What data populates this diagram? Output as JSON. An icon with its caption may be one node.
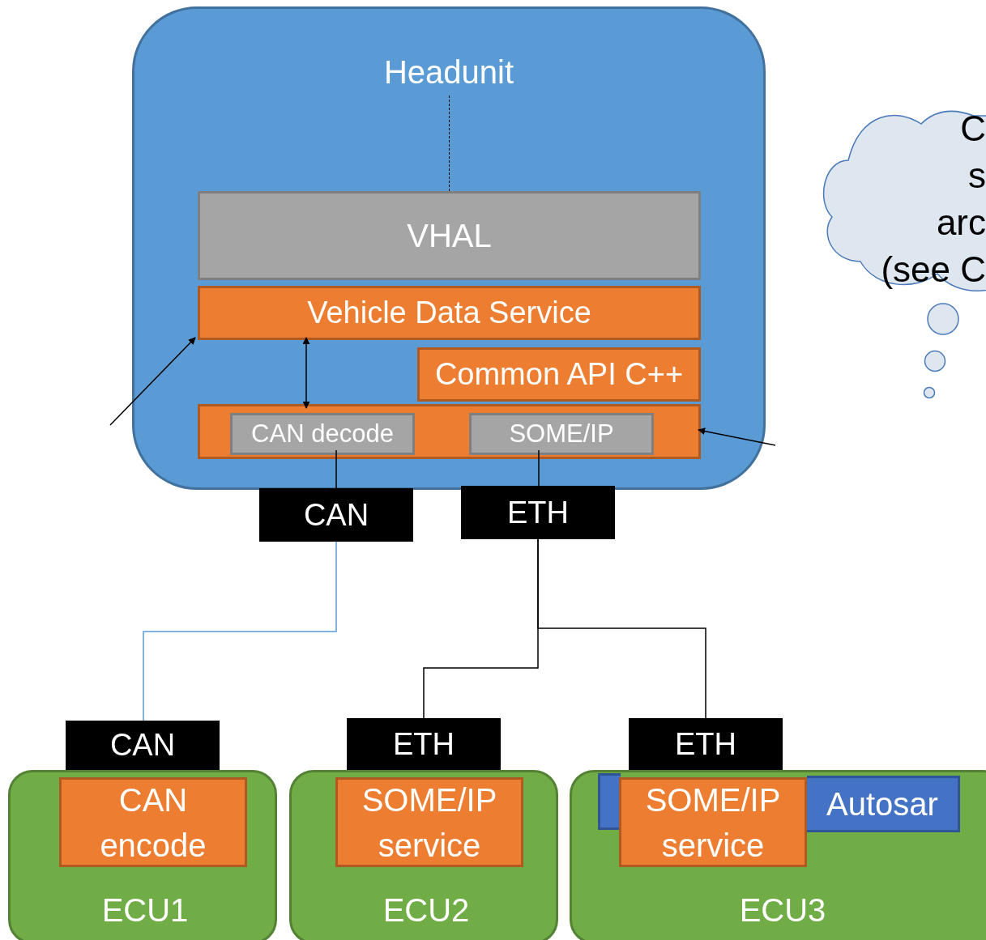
{
  "diagram": {
    "nodes": [
      {
        "text": [
          "Headunit"
        ]
      },
      {
        "text": [
          "VHAL"
        ],
        "in": 0
      },
      {
        "text": [
          "Vehicle Data Service"
        ],
        "in": 0
      },
      {
        "text": [
          "Common API C++"
        ],
        "in": 0
      },
      {
        "text": [],
        "shape": "bar",
        "in": 0
      },
      {
        "text": [
          "CAN decode"
        ],
        "in": 4
      },
      {
        "text": [
          "SOME/IP"
        ],
        "in": 4
      },
      {
        "text": [
          "CAN"
        ]
      },
      {
        "text": [
          "ETH"
        ]
      },
      {
        "text": [
          "CAN"
        ]
      },
      {
        "text": [
          "ETH"
        ]
      },
      {
        "text": [
          "ETH"
        ]
      },
      {
        "text": [
          "ECU1"
        ]
      },
      {
        "text": [
          "CAN encode"
        ],
        "in": 12
      },
      {
        "text": [
          "ECU2"
        ]
      },
      {
        "text": [
          "SOME/IP service"
        ],
        "in": 14
      },
      {
        "text": [
          "ECU3"
        ]
      },
      {
        "text": [
          "Autosar"
        ],
        "in": 16
      },
      {
        "text": [
          "SOME/IP service"
        ],
        "in": 16
      },
      {
        "text": [
          "C",
          "s",
          "arc",
          "(see C"
        ]
      }
    ],
    "edges": [
      {
        "from": 2,
        "to": 5,
        "arrow": "both"
      },
      {
        "from": null,
        "to": 2,
        "arrow": "to"
      },
      {
        "from": null,
        "to": 4,
        "arrow": "to"
      },
      {
        "from": 5,
        "to": 7,
        "arrow": "none"
      },
      {
        "from": 6,
        "to": 8,
        "arrow": "none"
      },
      {
        "from": 7,
        "to": 9,
        "arrow": "none",
        "color": "#5b9bd5"
      },
      {
        "from": 8,
        "to": 10,
        "arrow": "none"
      },
      {
        "from": 8,
        "to": 11,
        "arrow": "none"
      }
    ]
  }
}
